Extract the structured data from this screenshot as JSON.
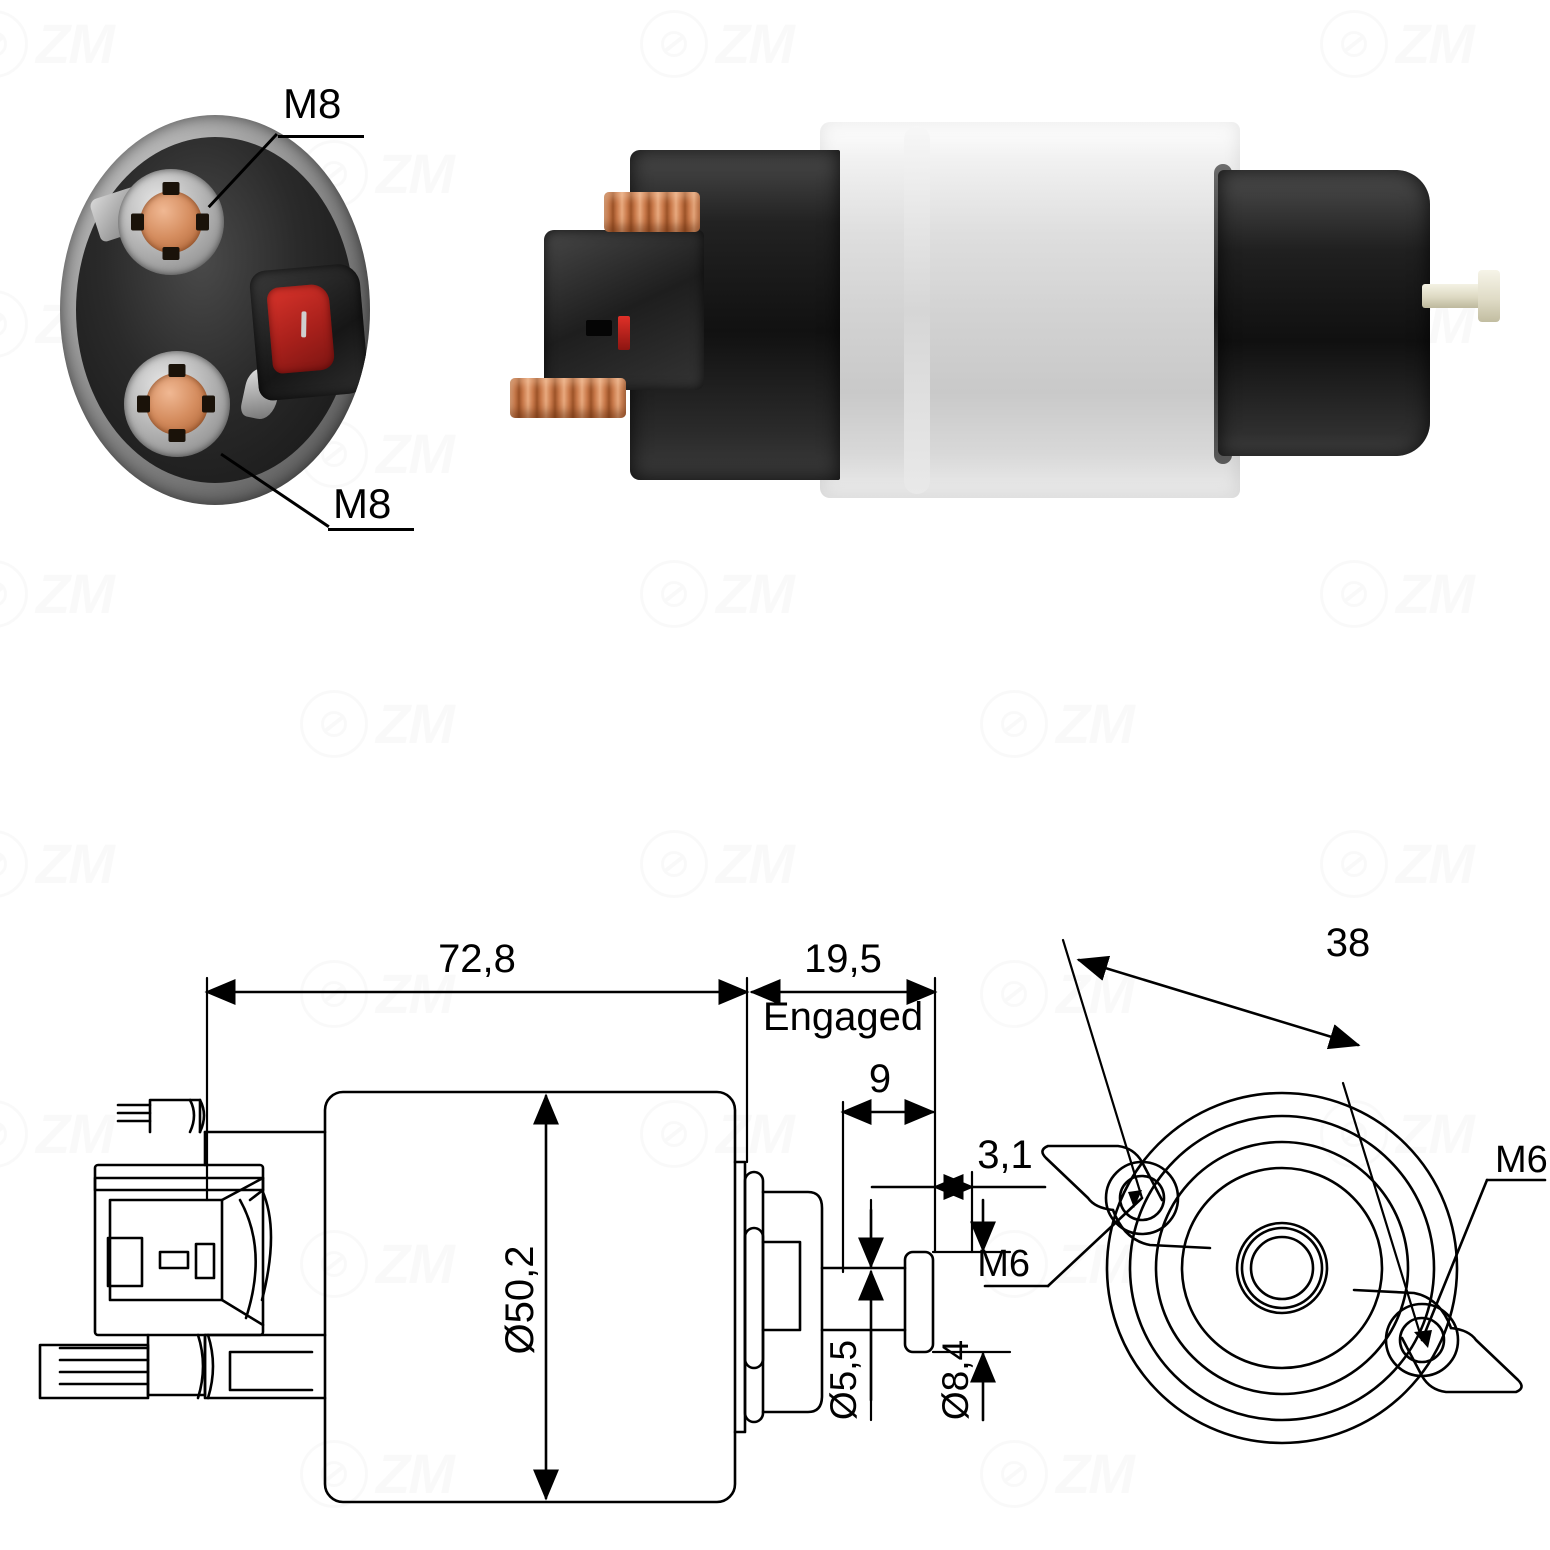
{
  "brand": {
    "watermark_text": "ZM",
    "mark_icon": "zm-circular-logo"
  },
  "photo_labels": {
    "m8_top": "M8",
    "m8_bottom": "M8"
  },
  "technical_drawing": {
    "dimensions": {
      "overall_length": "72,8",
      "engaged_stroke": "19,5",
      "engaged_note": "Engaged",
      "plunger_offset": "9",
      "washer_thickness": "3,1",
      "body_diameter": "Ø50,2",
      "shaft_diameter": "Ø5,5",
      "head_diameter": "Ø8,4",
      "mount_hole_spacing": "38"
    },
    "thread_callouts": {
      "mount_left": "M6",
      "mount_right": "M6"
    }
  }
}
